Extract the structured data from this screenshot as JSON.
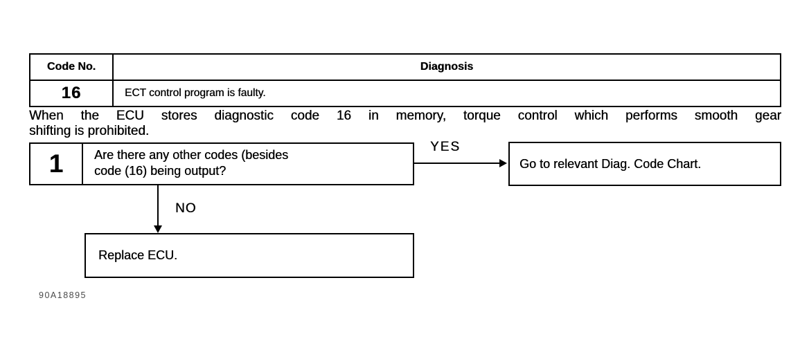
{
  "colors": {
    "ink": "#000000",
    "paper": "#ffffff"
  },
  "table": {
    "col1_header": "Code No.",
    "col2_header": "Diagnosis",
    "rows": [
      {
        "code": "16",
        "diagnosis": "ECT control program is faulty."
      }
    ]
  },
  "note": {
    "line1": "When the ECU stores diagnostic code 16 in memory, torque control which performs smooth gear",
    "line2": "shifting is prohibited."
  },
  "flowchart": {
    "step": {
      "number": "1",
      "question_line1": "Are there any other codes (besides",
      "question_line2": "code (16) being output?"
    },
    "yes_label": "YES",
    "no_label": "NO",
    "yes_result": "Go to relevant Diag. Code Chart.",
    "no_result": "Replace ECU."
  },
  "figure_code": "90A18895"
}
